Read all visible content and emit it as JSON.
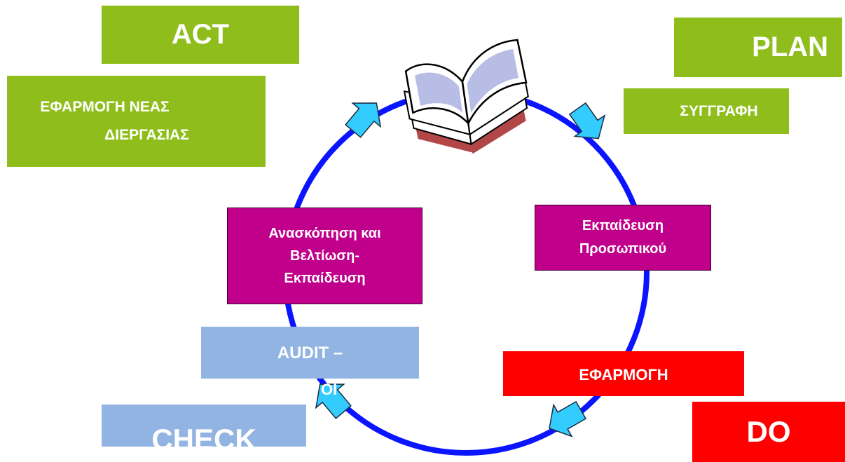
{
  "labels": {
    "act": "ACT",
    "plan": "PLAN",
    "check": "CHECK",
    "do": "DO"
  },
  "act_desc": {
    "line1": "ΕΦΑΡΜΟΓΗ ΝΕΑΣ",
    "line2": "ΔΙΕΡΓΑΣΙΑΣ"
  },
  "plan_desc": "ΣΥΓΓΡΑΦΗ",
  "review": {
    "line1": "Ανασκόπηση και",
    "line2": "Βελτίωση-",
    "line3": "Εκπαίδευση"
  },
  "training": {
    "line1": "Εκπαίδευση",
    "line2": "Προσωπικού"
  },
  "audit": {
    "line1": "AUDIT –",
    "overflow": "OI"
  },
  "do_desc": "ΕΦΑΡΜΟΓΗ",
  "colors": {
    "green": "#8fbe1c",
    "magenta": "#c0008a",
    "red": "#ff0000",
    "light_blue": "#92b4e2",
    "circle": "#0a14ff",
    "arrow": "#33ccff"
  },
  "icons": {
    "book": "open-book-icon",
    "arrow": "cycle-arrow-icon"
  }
}
